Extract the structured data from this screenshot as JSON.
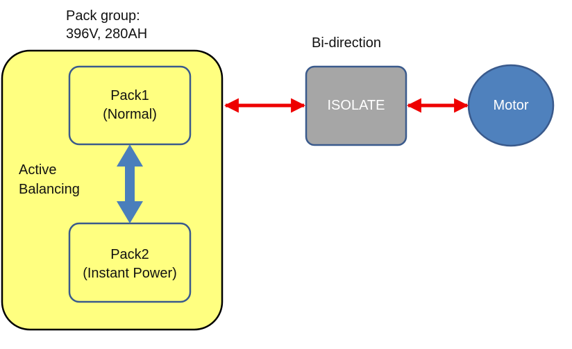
{
  "pack_group": {
    "title_line1": "Pack group:",
    "title_line2": "396V, 280AH",
    "balancing_line1": "Active",
    "balancing_line2": "Balancing",
    "pack1": {
      "line1": "Pack1",
      "line2": "(Normal)"
    },
    "pack2": {
      "line1": "Pack2",
      "line2": "(Instant Power)"
    }
  },
  "bidirection_label": "Bi-direction",
  "isolate_label": "ISOLATE",
  "motor_label": "Motor",
  "colors": {
    "group_fill": "#ffff80",
    "pack_fill": "#ffff80",
    "pack_stroke": "#3a5a8c",
    "isolate_fill": "#a6a6a6",
    "motor_fill": "#4f81bd",
    "red_arrow": "#ee0000",
    "blue_arrow": "#4a7ebb"
  }
}
